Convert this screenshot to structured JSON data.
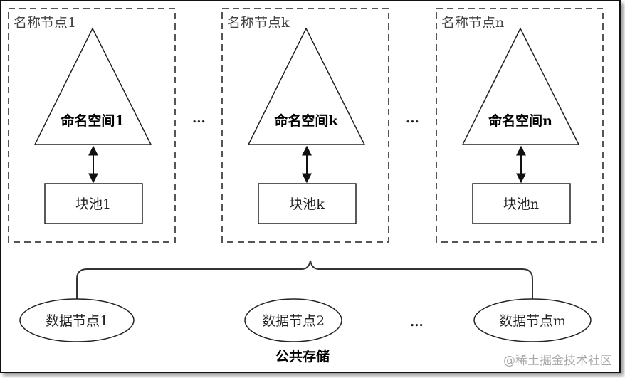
{
  "name_nodes": [
    {
      "label": "名称节点1",
      "namespace": "命名空间1",
      "block_pool": "块池1"
    },
    {
      "label": "名称节点k",
      "namespace": "命名空间k",
      "block_pool": "块池k"
    },
    {
      "label": "名称节点n",
      "namespace": "命名空间n",
      "block_pool": "块池n"
    }
  ],
  "ellipsis": "...",
  "data_nodes": [
    "数据节点1",
    "数据节点2",
    "数据节点m"
  ],
  "shared_storage_label": "公共存储",
  "watermark": "@稀土掘金技术社区"
}
